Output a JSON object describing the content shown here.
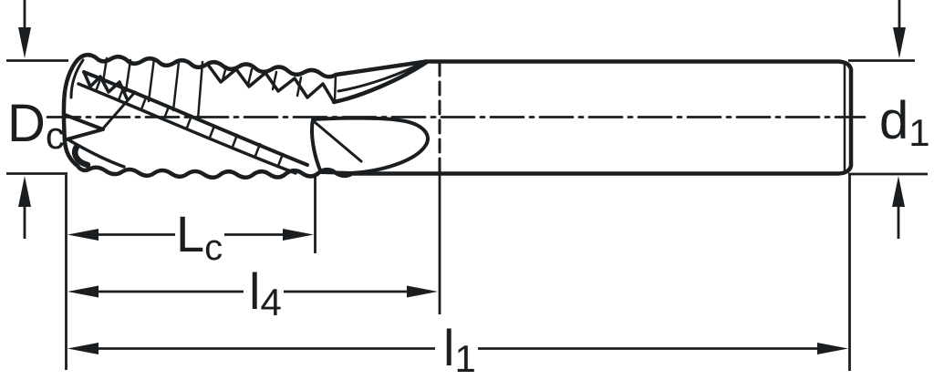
{
  "drawing": {
    "subject": "End mill side-view technical dimension drawing",
    "labels": {
      "Dc": {
        "main": "D",
        "sub": "c"
      },
      "d1": {
        "main": "d",
        "sub": "1"
      },
      "Lc": {
        "main": "L",
        "sub": "c"
      },
      "l4": {
        "main": "l",
        "sub": "4"
      },
      "l1": {
        "main": "l",
        "sub": "1"
      }
    },
    "colors": {
      "line": "#1b1e20",
      "fill": "#d9e0e1",
      "background": "#ffffff"
    }
  }
}
